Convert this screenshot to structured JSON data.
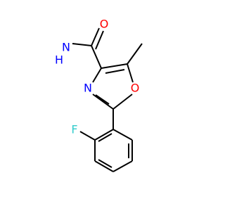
{
  "atoms": {
    "amide_n": {
      "label": "N",
      "color": "#0000ff"
    },
    "amide_h2": {
      "label": "H",
      "color": "#0000ff"
    },
    "amide_o": {
      "label": "O",
      "color": "#ff0000"
    },
    "ring_n": {
      "label": "N",
      "color": "#0000ff"
    },
    "ring_o": {
      "label": "O",
      "color": "#ff0000"
    },
    "fluorine": {
      "label": "F",
      "color": "#33cccc"
    }
  },
  "colors": {
    "bond": "#000000",
    "background": "#ffffff"
  }
}
